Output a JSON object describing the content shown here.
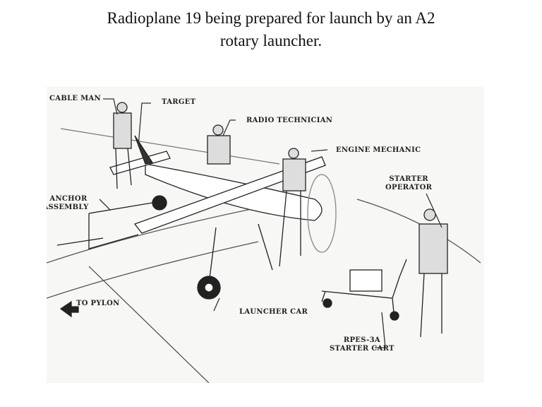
{
  "title": {
    "line1": "Radioplane 19 being prepared for launch by an A2",
    "line2": "rotary launcher."
  },
  "figure": {
    "labels": {
      "cable_man": "CABLE MAN",
      "target": "TARGET",
      "radio_technician": "RADIO TECHNICIAN",
      "engine_mechanic": "ENGINE MECHANIC",
      "starter_operator_1": "STARTER",
      "starter_operator_2": "OPERATOR",
      "anchor_assembly_1": "ANCHOR",
      "anchor_assembly_2": "ASSEMBLY",
      "to_pylon": "TO PYLON",
      "launcher_car": "LAUNCHER CAR",
      "starter_cart_1": "RPES-3A",
      "starter_cart_2": "STARTER CART"
    }
  }
}
